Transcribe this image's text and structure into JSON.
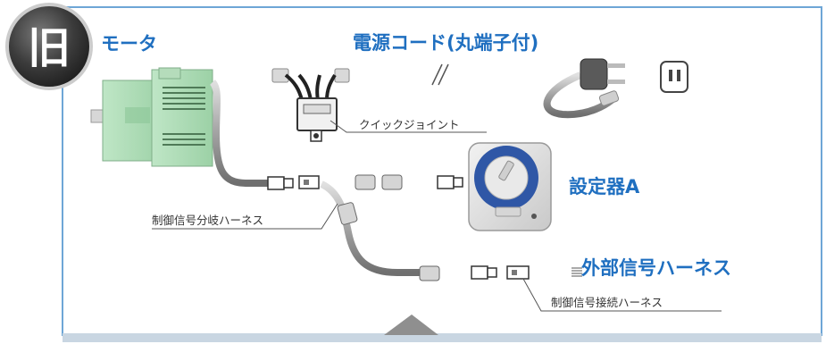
{
  "badge": {
    "label": "旧"
  },
  "labels": {
    "motor": "モータ",
    "power_cord": "電源コード(丸端子付)",
    "quick_joint": "クイックジョイント",
    "setter": "設定器A",
    "branch_harness": "制御信号分岐ハーネス",
    "external_harness": "外部信号ハーネス",
    "connect_harness": "制御信号接続ハーネス"
  },
  "colors": {
    "frame": "#6ea6d6",
    "frame_bottom": "#c9d6e2",
    "label_blue": "#1f6fc0",
    "callout_text": "#333333",
    "motor_green": "#a8d8b0",
    "cable_gray": "#a6a6a6",
    "badge_dark": "#3a3a3a",
    "arrow_gray": "#8f8f8f"
  },
  "icons": {
    "badge": "old-badge-icon",
    "motor": "motor-icon",
    "plug": "power-plug-icon",
    "outlet": "outlet-icon",
    "quick_joint": "quick-joint-icon",
    "setter_dial": "setter-dial-icon",
    "connector": "connector-icon",
    "arrow": "up-arrow-icon"
  }
}
